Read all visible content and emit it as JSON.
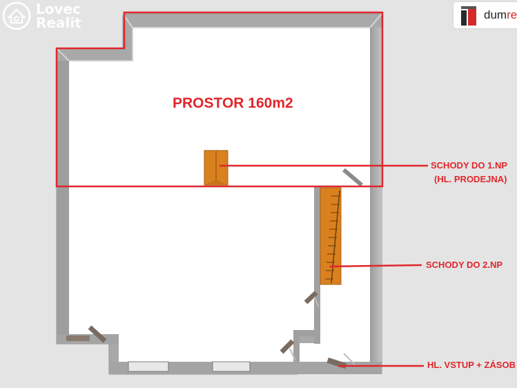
{
  "labels": {
    "area": "PROSTOR 160m2",
    "stairs_1np_line1": "SCHODY DO 1.NP",
    "stairs_1np_line2": "(HL. PRODEJNA)",
    "stairs_2np": "SCHODY DO 2.NP",
    "entrance": "HL. VSTUP + ZÁSOB"
  },
  "logos": {
    "left_line1": "Lovec",
    "left_line2": "Realit",
    "right_part1": "dum",
    "right_part2": "re"
  },
  "colors": {
    "annotation": "#e0262b",
    "stairs": "#d9801f",
    "wall": "#a8a8a8",
    "background": "#e4e4e4"
  }
}
